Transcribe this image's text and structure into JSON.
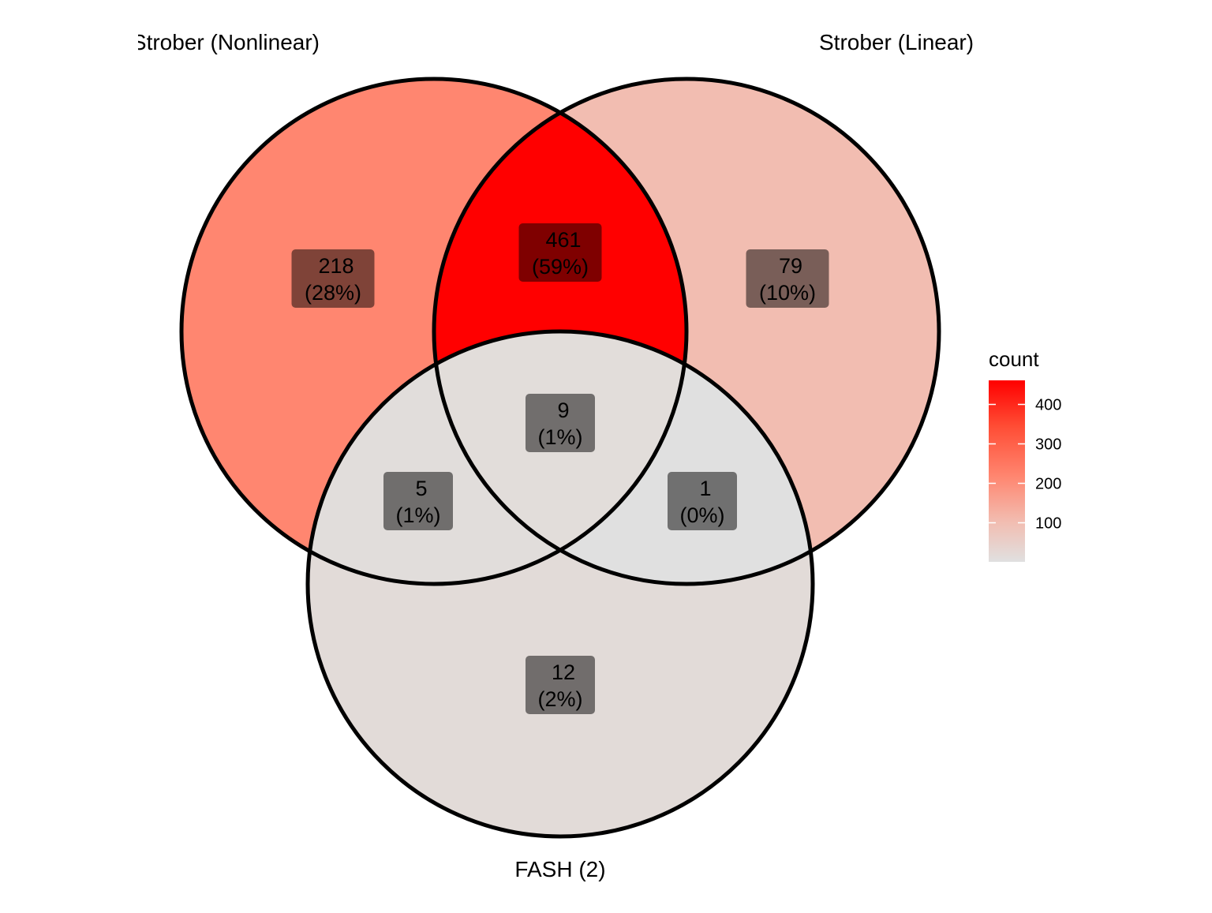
{
  "chart_data": {
    "type": "venn",
    "sets": [
      {
        "name": "Strober (Nonlinear)"
      },
      {
        "name": "Strober (Linear)"
      },
      {
        "name": "FASH (2)"
      }
    ],
    "regions": [
      {
        "id": "A",
        "sets": [
          "Strober (Nonlinear)"
        ],
        "count": 218,
        "percent": "(28%)",
        "color": "#FF8670"
      },
      {
        "id": "B",
        "sets": [
          "Strober (Linear)"
        ],
        "count": 79,
        "percent": "(10%)",
        "color": "#F2BDB1"
      },
      {
        "id": "C",
        "sets": [
          "FASH (2)"
        ],
        "count": 12,
        "percent": "(2%)",
        "color": "#E2DBD8"
      },
      {
        "id": "AB",
        "sets": [
          "Strober (Nonlinear)",
          "Strober (Linear)"
        ],
        "count": 461,
        "percent": "(59%)",
        "color": "#FF0000"
      },
      {
        "id": "AC",
        "sets": [
          "Strober (Nonlinear)",
          "FASH (2)"
        ],
        "count": 5,
        "percent": "(1%)",
        "color": "#E1DDDB"
      },
      {
        "id": "BC",
        "sets": [
          "Strober (Linear)",
          "FASH (2)"
        ],
        "count": 1,
        "percent": "(0%)",
        "color": "#E0E0E0"
      },
      {
        "id": "ABC",
        "sets": [
          "Strober (Nonlinear)",
          "Strober (Linear)",
          "FASH (2)"
        ],
        "count": 9,
        "percent": "(1%)",
        "color": "#E2DDDA"
      }
    ],
    "legend": {
      "title": "count",
      "ticks": [
        100,
        200,
        300,
        400
      ],
      "range": [
        1,
        461
      ],
      "low_color": "#E0E0E0",
      "high_color": "#FF0000",
      "placement": "right"
    }
  }
}
